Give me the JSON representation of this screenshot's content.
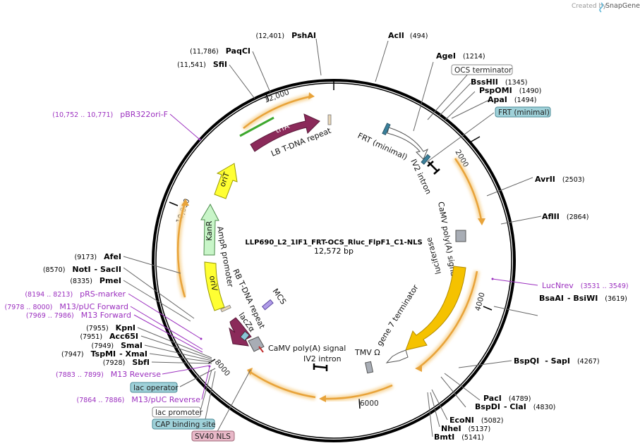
{
  "credit": {
    "prefix": "Created by",
    "brand": "SnapGene"
  },
  "plasmid": {
    "name": "LLP690_L2_1IF1_FRT-OCS_Rluc_FlpF1_C1-NLS",
    "size_label": "12,572 bp"
  },
  "ticks": [
    "2000",
    "4000",
    "6000",
    "8000",
    "10,000",
    "12,000"
  ],
  "sites_right": [
    {
      "name": "AclI",
      "pos": "(494)"
    },
    {
      "name": "AgeI",
      "pos": "(1214)"
    },
    {
      "name": "BssHII",
      "pos": "(1345)"
    },
    {
      "name": "PspOMI",
      "pos": "(1490)"
    },
    {
      "name": "ApaI",
      "pos": "(1494)"
    },
    {
      "name": "AvrII",
      "pos": "(2503)"
    },
    {
      "name": "AflII",
      "pos": "(2864)"
    },
    {
      "name": "BsaAI",
      "sep": "- BsiWI",
      "pos": "(3619)"
    },
    {
      "name": "BspQI",
      "sep": "- SapI",
      "pos": "(4267)"
    },
    {
      "name": "PacI",
      "pos": "(4789)"
    },
    {
      "name": "BspDI",
      "sep": "- ClaI",
      "pos": "(4830)"
    },
    {
      "name": "EcoNI",
      "pos": "(5082)"
    },
    {
      "name": "NheI",
      "pos": "(5137)"
    },
    {
      "name": "BmtI",
      "pos": "(5141)"
    }
  ],
  "sites_left": [
    {
      "name": "PshAI",
      "pos": "(12,401)"
    },
    {
      "name": "PaqCI",
      "pos": "(11,786)"
    },
    {
      "name": "SfiI",
      "pos": "(11,541)"
    },
    {
      "name": "AfeI",
      "pos": "(9173)"
    },
    {
      "name": "NotI",
      "sep": "- SacII",
      "pos": "(8570)"
    },
    {
      "name": "PmeI",
      "pos": "(8335)"
    },
    {
      "name": "KpnI",
      "pos": "(7955)"
    },
    {
      "name": "Acc65I",
      "pos": "(7951)"
    },
    {
      "name": "SmaI",
      "pos": "(7949)"
    },
    {
      "name": "TspMI",
      "sep": "- XmaI",
      "pos": "(7947)"
    },
    {
      "name": "SbfI",
      "pos": "(7928)"
    }
  ],
  "primers": [
    {
      "name": "pBR322ori-F",
      "pos": "(10,752 .. 10,771)"
    },
    {
      "name": "LucNrev",
      "pos": "(3531 .. 3549)"
    },
    {
      "name": "pRS-marker",
      "pos": "(8194 .. 8213)"
    },
    {
      "name": "M13/pUC Forward",
      "pos": "(7978 .. 8000)"
    },
    {
      "name": "M13 Forward",
      "pos": "(7969 .. 7986)"
    },
    {
      "name": "M13 Reverse",
      "pos": "(7883 .. 7899)"
    },
    {
      "name": "M13/pUC Reverse",
      "pos": "(7864 .. 7886)"
    }
  ],
  "boxes": {
    "ocs_terminator": "OCS terminator",
    "frt_minimal": "FRT (minimal)",
    "lac_operator": "lac operator",
    "lac_promoter": "lac promoter",
    "cap_site": "CAP binding site",
    "sv40_nls": "SV40 NLS"
  },
  "features": {
    "trfA": "trfA",
    "lb_tdna": "LB T-DNA repeat",
    "frt_minimal": "FRT (minimal)",
    "iv2_intron_top": "IV2 intron",
    "camv_polya_right": "CaMV poly(A) signal",
    "luciferase": "luciferase",
    "gene7": "gene 7 terminator",
    "tmv": "TMV Ω",
    "iv2_intron_bottom": "IV2 intron",
    "camv_polya_bottom": "CaMV poly(A) signal",
    "laczalpha": "lacZα",
    "mcs": "MCS",
    "rb_tdna": "RB T-DNA repeat",
    "ampr_promoter": "AmpR promoter",
    "oriV": "oriV",
    "kanR": "KanR",
    "oriT": "oriT"
  },
  "colors": {
    "backbone": "#000000",
    "orange_arrow": "#e8a33a",
    "orange_glow": "#f8d9a2",
    "luciferase": "#f5c200",
    "trfA": "#8b2a5a",
    "oriT": "#ffff33",
    "kanR": "#c8f5c8",
    "oriV": "#ffff33",
    "primer": "#9b2fbf",
    "teal_box": "#9fd1d9",
    "pink_box": "#e8b8c8"
  }
}
